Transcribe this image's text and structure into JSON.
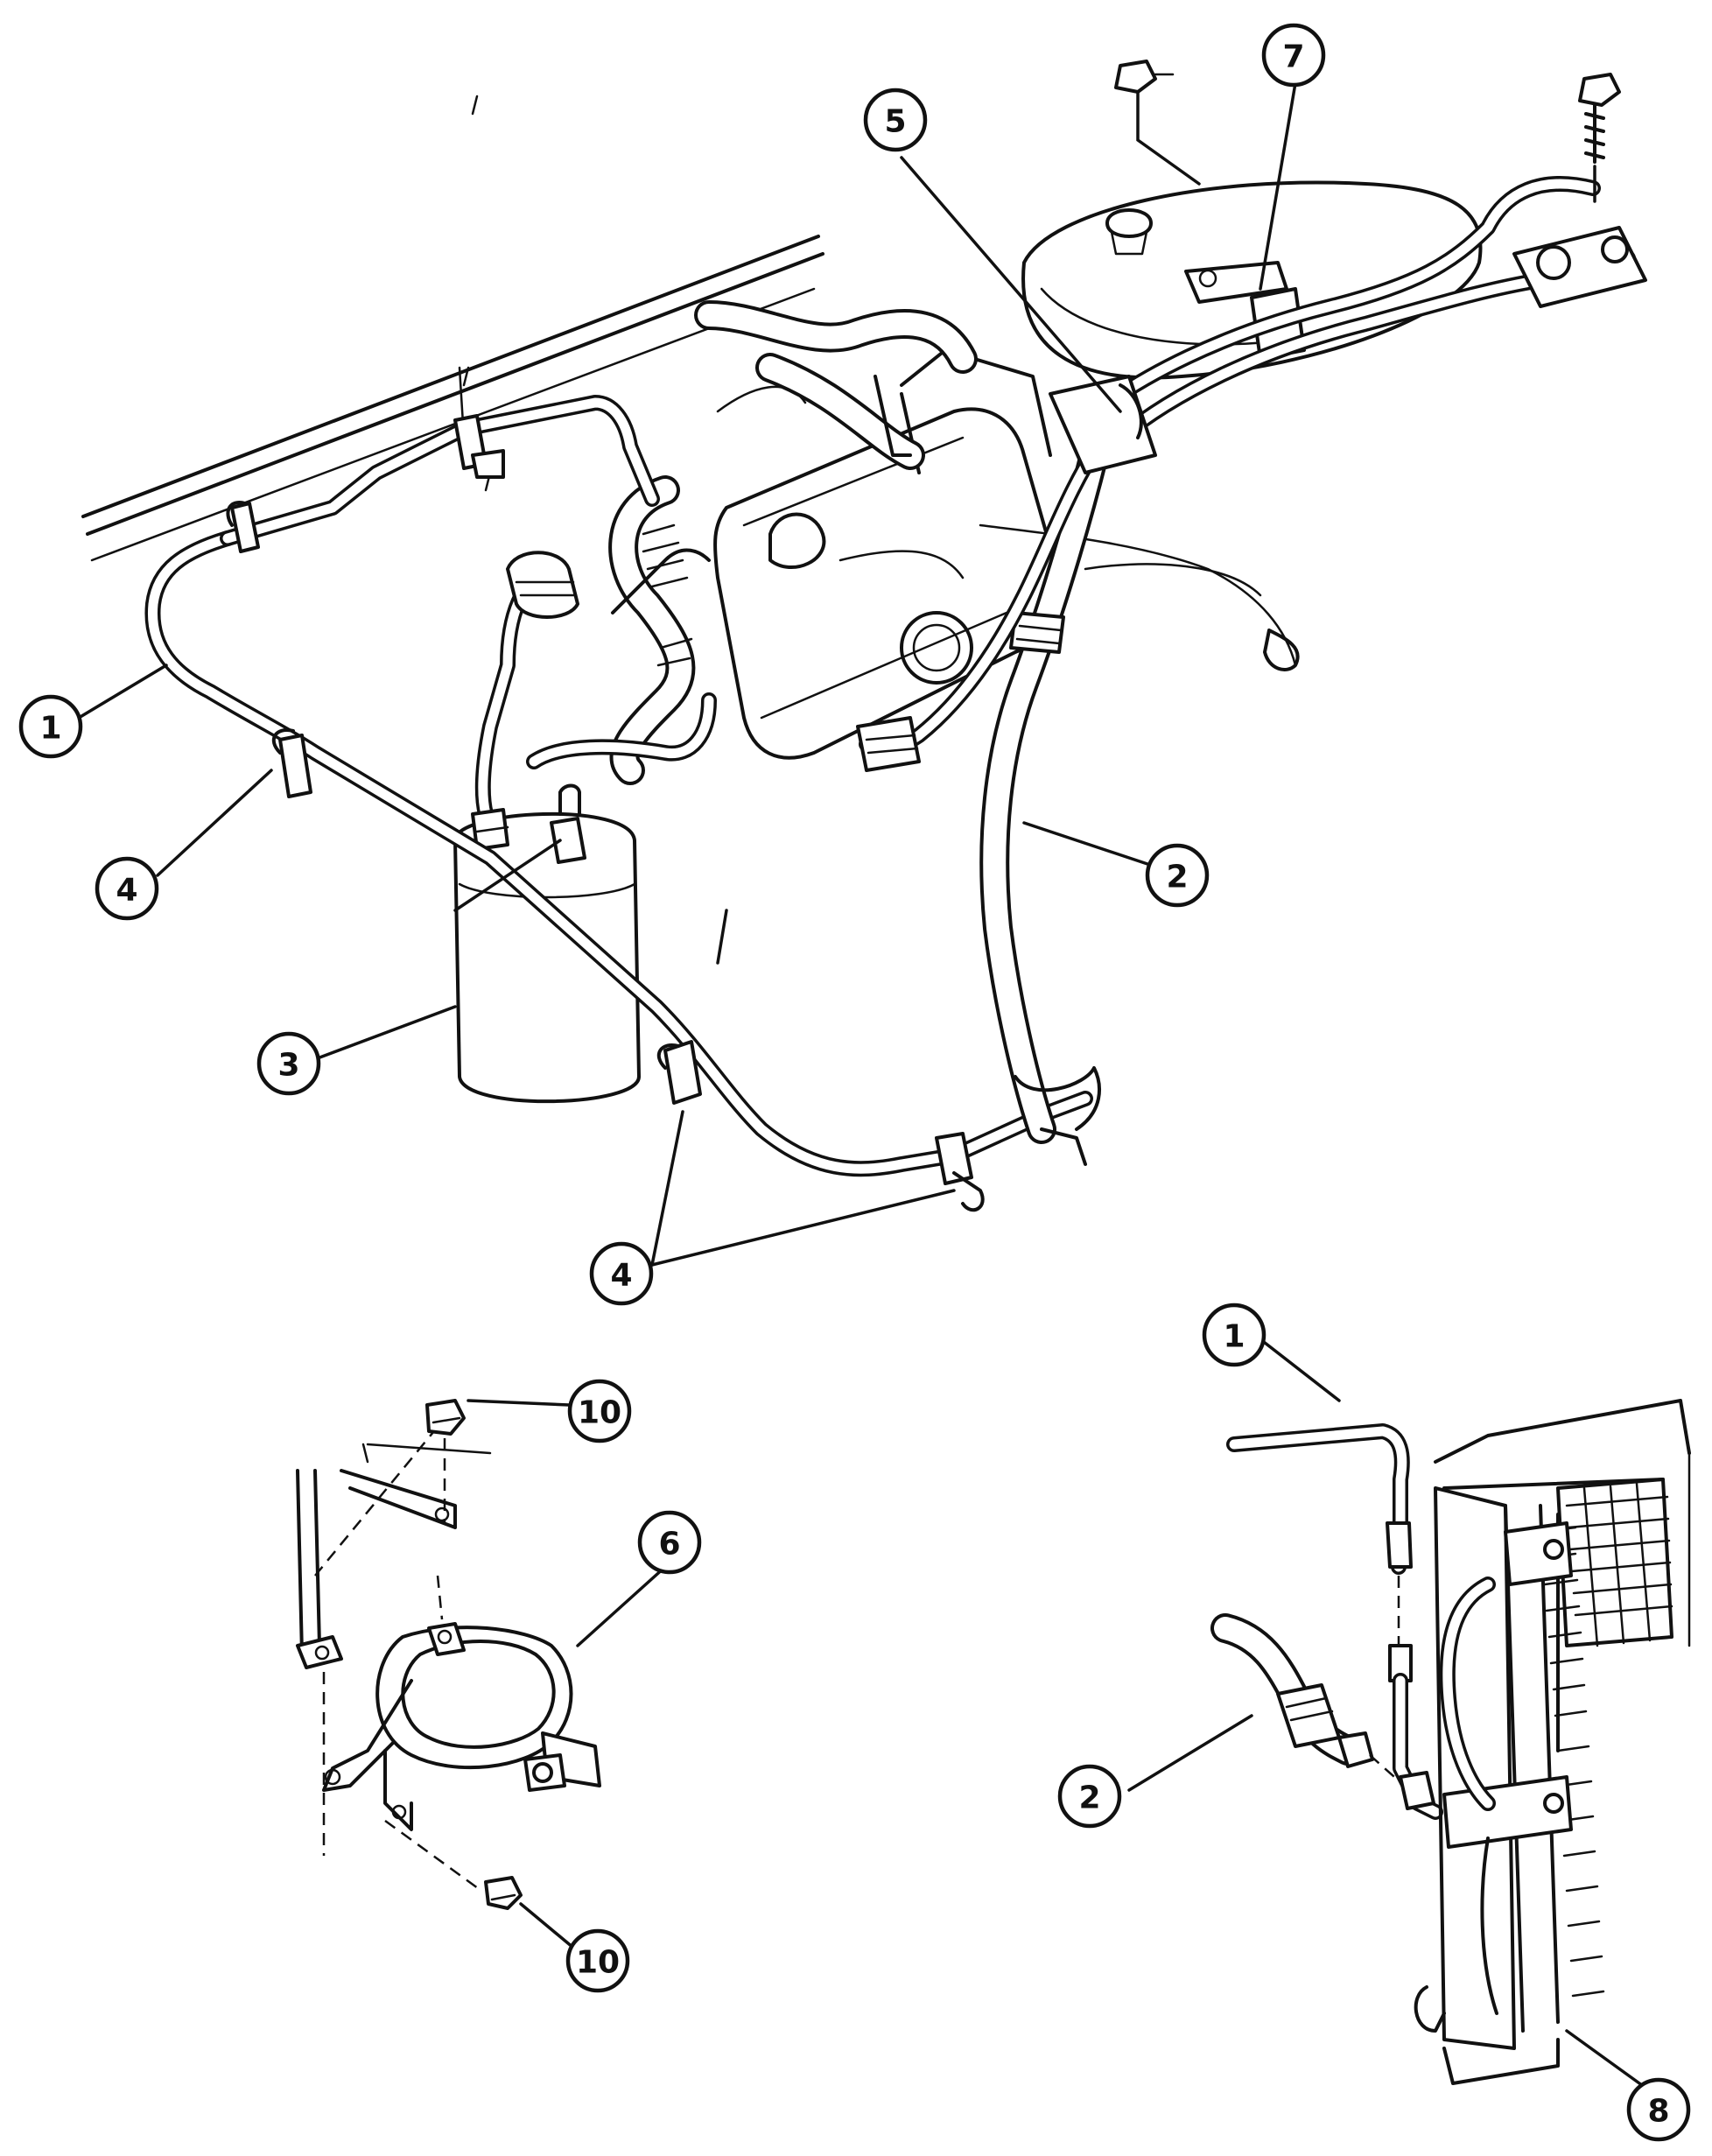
{
  "callouts": [
    {
      "id": "c1a",
      "label": "1"
    },
    {
      "id": "c1b",
      "label": "1"
    },
    {
      "id": "c2a",
      "label": "2"
    },
    {
      "id": "c2b",
      "label": "2"
    },
    {
      "id": "c3",
      "label": "3"
    },
    {
      "id": "c4a",
      "label": "4"
    },
    {
      "id": "c4b",
      "label": "4"
    },
    {
      "id": "c5",
      "label": "5"
    },
    {
      "id": "c6",
      "label": "6"
    },
    {
      "id": "c7",
      "label": "7"
    },
    {
      "id": "c8",
      "label": "8"
    },
    {
      "id": "c10a",
      "label": "10"
    },
    {
      "id": "c10b",
      "label": "10"
    }
  ]
}
